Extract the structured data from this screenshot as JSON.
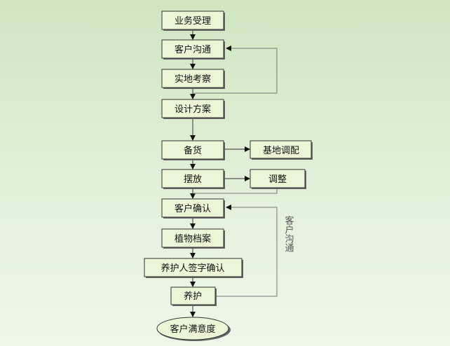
{
  "nodes": {
    "n1": "业务受理",
    "n2": "客户沟通",
    "n3": "实地考察",
    "n4": "设计方案",
    "n5": "备货",
    "n6": "基地调配",
    "n7": "摆放",
    "n8": "调整",
    "n9": "客户确认",
    "n10": "植物档案",
    "n11": "养护人签字确认",
    "n12": "养护",
    "n13": "客户满意度"
  },
  "loop_label": "客户沟通",
  "colors": {
    "box_fill": "#eaf6d6",
    "background": "#dcedd2"
  }
}
